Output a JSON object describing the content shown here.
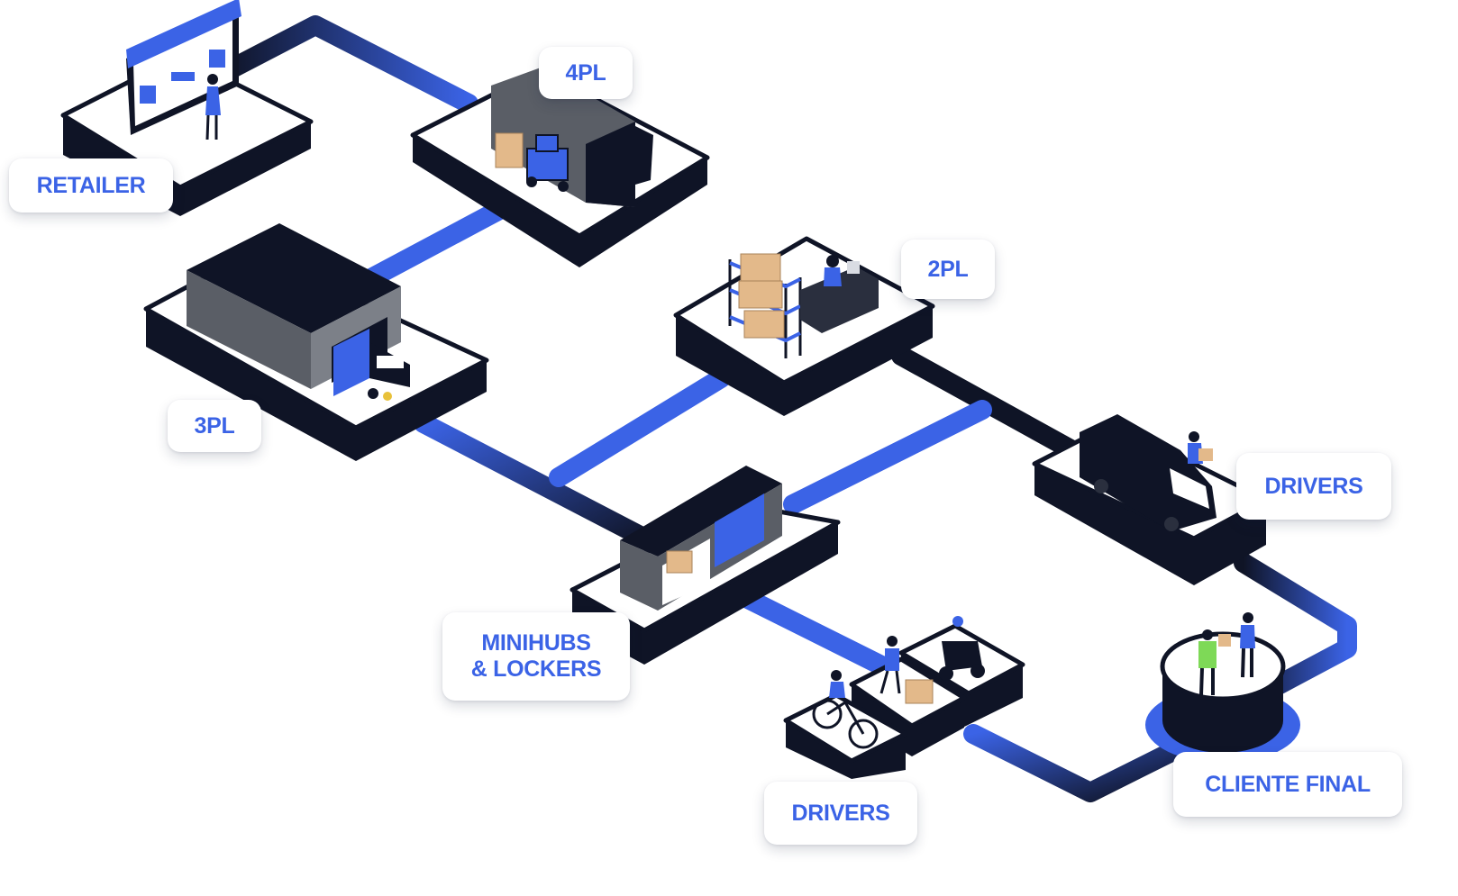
{
  "nodes": {
    "retailer": "RETAILER",
    "fourpl": "4PL",
    "threepl": "3PL",
    "twopl": "2PL",
    "minihubs_line1": "MINIHUBS",
    "minihubs_line2": "& LOCKERS",
    "drivers_van": "DRIVERS",
    "drivers_bikes": "DRIVERS",
    "cliente_final": "CLIENTE FINAL"
  },
  "colors": {
    "accent": "#3b63e6",
    "dark": "#0f1426",
    "platform_top": "#ffffff",
    "building_grey": "#5a5e66",
    "box": "#e3b98a"
  }
}
